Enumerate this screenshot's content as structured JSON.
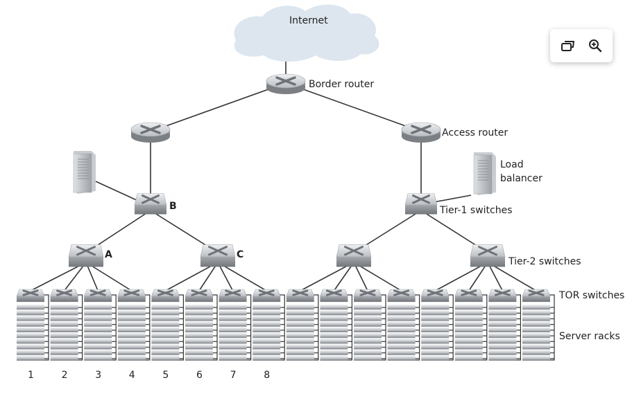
{
  "diagram": {
    "title": "Data center network hierarchy",
    "internet": {
      "label": "Internet"
    },
    "border_router": {
      "label": "Border router"
    },
    "access_routers": [
      {
        "id": "access-router-left",
        "label": ""
      },
      {
        "id": "access-router-right",
        "label": "Access router"
      }
    ],
    "load_balancers": [
      {
        "id": "load-balancer-left",
        "label": ""
      },
      {
        "id": "load-balancer-right",
        "label_lines": [
          "Load",
          "balancer"
        ]
      }
    ],
    "tier1_switches": [
      {
        "id": "tier1-left",
        "label": "B"
      },
      {
        "id": "tier1-right",
        "label": "Tier-1 switches"
      }
    ],
    "tier2_switches": [
      {
        "id": "tier2-a",
        "label": "A",
        "parent": 0
      },
      {
        "id": "tier2-c",
        "label": "C",
        "parent": 0
      },
      {
        "id": "tier2-right-1",
        "label": "",
        "parent": 1
      },
      {
        "id": "tier2-right-2",
        "label": "Tier-2 switches",
        "parent": 1
      }
    ],
    "racks_per_tier2": 4,
    "rack_labels": [
      "1",
      "2",
      "3",
      "4",
      "5",
      "6",
      "7",
      "8",
      "",
      "",
      "",
      "",
      "",
      "",
      "",
      ""
    ],
    "servers_per_rack": 10,
    "tor_label": "TOR switches",
    "rack_label": "Server racks"
  },
  "toolbar": {
    "buttons": [
      {
        "name": "open-in-window-button",
        "icon": "windows-icon"
      },
      {
        "name": "zoom-in-button",
        "icon": "zoom-in-icon"
      }
    ]
  },
  "colors": {
    "cloud": "#dde6ee",
    "device_light": "#e4e6e8",
    "device_dark": "#8d9196",
    "link": "#333333",
    "text": "#222222"
  }
}
